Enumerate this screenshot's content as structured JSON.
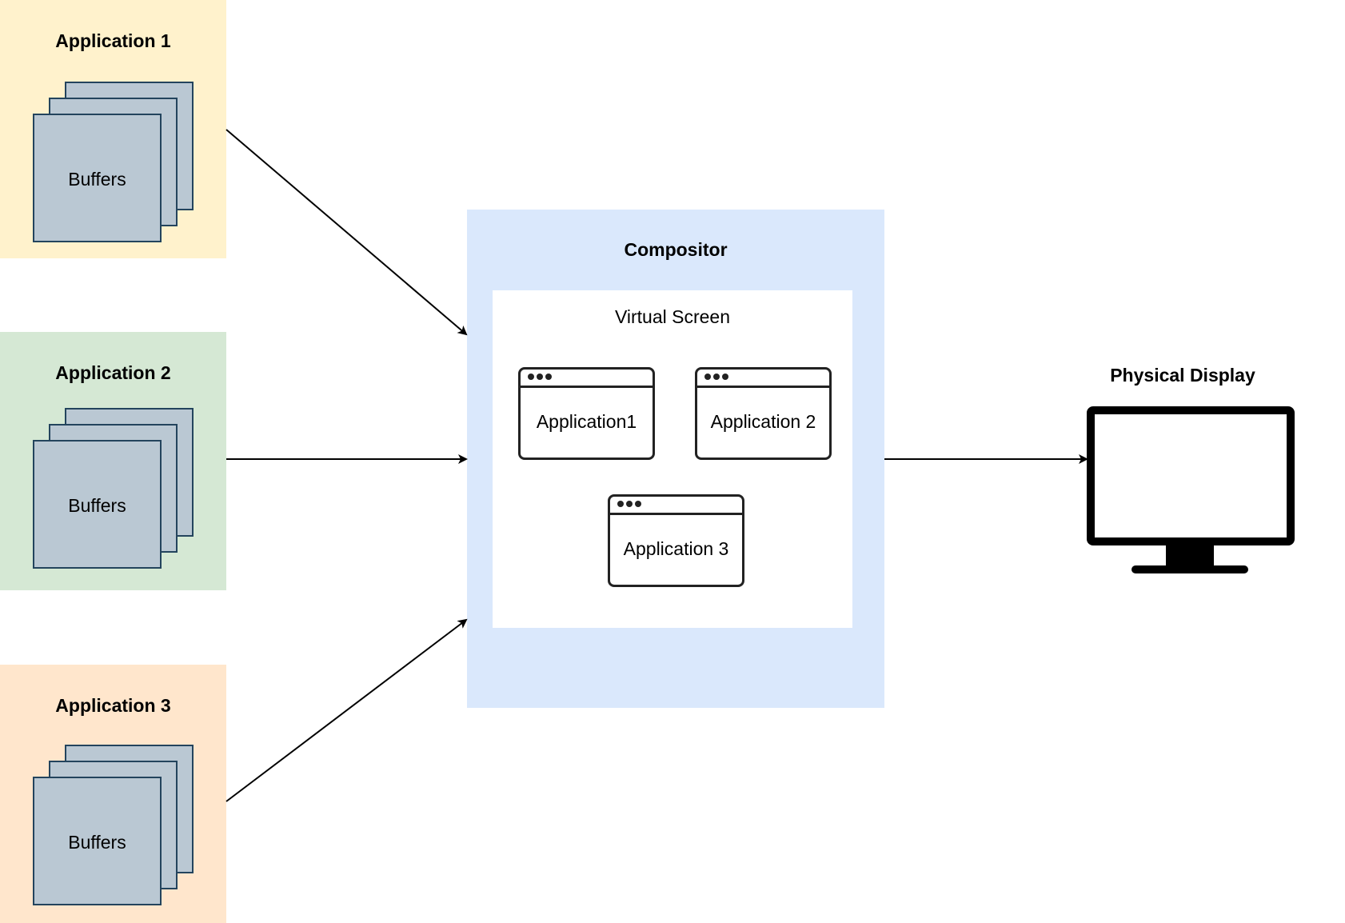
{
  "colors": {
    "app1_fill": "#fff2cc",
    "app2_fill": "#d5e8d4",
    "app3_fill": "#ffe6cc",
    "buffer_fill": "#bac8d3",
    "buffer_stroke": "#23445d",
    "compositor_fill": "#dae8fc",
    "virtual_screen_fill": "#ffffff",
    "arrow": "#000000"
  },
  "applications": [
    {
      "title": "Application 1",
      "buffers_label": "Buffers"
    },
    {
      "title": "Application 2",
      "buffers_label": "Buffers"
    },
    {
      "title": "Application 3",
      "buffers_label": "Buffers"
    }
  ],
  "compositor": {
    "title": "Compositor",
    "virtual_screen": {
      "title": "Virtual Screen",
      "windows": [
        {
          "label": "Application1",
          "icon": "browser-window-icon"
        },
        {
          "label": "Application 2",
          "icon": "browser-window-icon"
        },
        {
          "label": "Application 3",
          "icon": "browser-window-icon"
        }
      ]
    }
  },
  "physical_display": {
    "title": "Physical Display",
    "icon": "monitor-icon"
  },
  "edges": [
    {
      "from": "Application 1",
      "to": "Compositor"
    },
    {
      "from": "Application 2",
      "to": "Compositor"
    },
    {
      "from": "Application 3",
      "to": "Compositor"
    },
    {
      "from": "Compositor",
      "to": "Physical Display"
    }
  ]
}
